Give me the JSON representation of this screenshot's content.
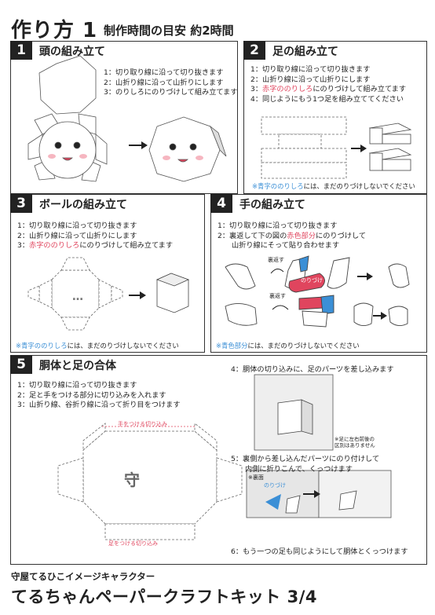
{
  "header": {
    "title": "作り方 1",
    "subtitle": "制作時間の目安 約2時間"
  },
  "panels": {
    "p1": {
      "num": "1",
      "title": "頭の組み立て",
      "steps": [
        "1：切り取り線に沿って切り抜きます",
        "2：山折り線に沿って山折りにします",
        "3：のりしろにのりづけして組み立てます"
      ]
    },
    "p2": {
      "num": "2",
      "title": "足の組み立て",
      "steps": [
        "1：切り取り線に沿って切り抜きます",
        "2：山折り線に沿って山折りにします"
      ],
      "step3_pre": "3：",
      "step3_red": "赤字ののりしろ",
      "step3_post": "にのりづけして組み立てます",
      "step4": "4：同じようにもう1つ足を組み立ててください",
      "note_blue": "※青字ののりしろ",
      "note_post": "には、まだのりづけしないでください"
    },
    "p3": {
      "num": "3",
      "title": "ボールの組み立て",
      "steps": [
        "1：切り取り線に沿って切り抜きます",
        "2：山折り線に沿って山折りにします"
      ],
      "step3_pre": "3：",
      "step3_red": "赤字ののりしろ",
      "step3_post": "にのりづけして組み立てます",
      "note_blue": "※青字ののりしろ",
      "note_post": "には、まだのりづけしないでください"
    },
    "p4": {
      "num": "4",
      "title": "手の組み立て",
      "step1": "1：切り取り線に沿って切り抜きます",
      "step2_pre": "2：裏返して下の図の",
      "step2_red": "赤色部分",
      "step2_post": "にのりづけして",
      "step2_cont": "山折り線にそって貼り合わせます",
      "tag_flip1": "裏返す",
      "tag_flip2": "裏返す",
      "tag_glue": "のりづけ",
      "note_blue": "※青色部分",
      "note_post": "には、まだのりづけしないでください"
    },
    "p5": {
      "num": "5",
      "title": "胴体と足の合体",
      "steps": [
        "1：切り取り線に沿って切り抜きます",
        "2：足と手をつける部分に切り込みを入れます",
        "3：山折り線、谷折り線に沿って折り目をつけます"
      ],
      "tag_hand": "手をつける切り込み",
      "tag_foot": "足をつける切り込み",
      "step4": "4：胴体の切り込みに、足のパーツを差し込みます",
      "lr_note": [
        "※足に左右前後の",
        "区別はありません"
      ],
      "step5": [
        "5：裏側から差し込んだパーツにのり付けして",
        "内側に折りこんで、くっつけます"
      ],
      "tag_back": "※裏面",
      "tag_glue": "のりづけ",
      "step6": "6：もう一つの足も同じようにして胴体とくっつけます"
    }
  },
  "footer": {
    "line1": "守屋てるひこイメージキャラクター",
    "line2": "てるちゃんペーパークラフトキット 3/4"
  },
  "colors": {
    "accent_red": "#e0455e",
    "accent_blue": "#3b8fd6"
  }
}
